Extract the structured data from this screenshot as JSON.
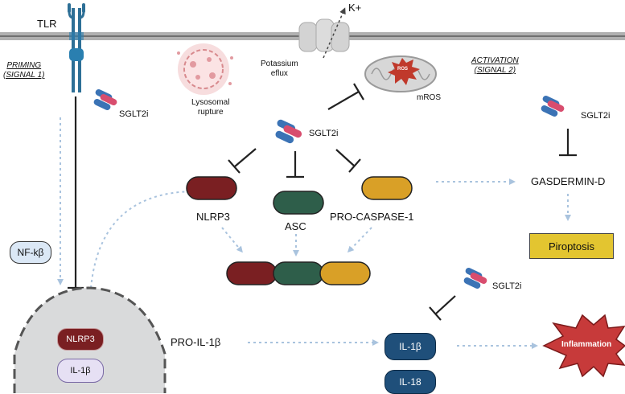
{
  "labels": {
    "tlr": "TLR",
    "priming": "PRIMING\n(SIGNAL 1)",
    "activation": "ACTIVATION\n(SIGNAL 2)",
    "k_plus": "K+",
    "potassium_efflux": "Potassium\neflux",
    "lysosomal_rupture": "Lysosomal\nrupture",
    "mros": "mROS",
    "ros": "ROS",
    "sglt2i": "SGLT2i",
    "nlrp3": "NLRP3",
    "asc": "ASC",
    "pro_caspase_1": "PRO-CASPASE-1",
    "gasdermin_d": "GASDERMIN-D",
    "pyroptosis": "Piroptosis",
    "nf_kb": "NF-kβ",
    "nucleus_nlrp3": "NLRP3",
    "nucleus_il1b": "IL-1β",
    "pro_il1b": "PRO-IL-1β",
    "il1b": "IL-1β",
    "il18": "IL-18",
    "inflammation": "Inflammation"
  },
  "colors": {
    "nlrp3": "#7a1f22",
    "asc": "#2e5e4a",
    "caspase": "#d9a027",
    "pyroptosis": "#e3c530",
    "cytokine": "#1f4f7a",
    "inflammation": "#c73a3a",
    "nfkb": "#dbe8f6",
    "membrane": "#9a9a9a",
    "dashed_arrow": "#a9c3de",
    "nucleus": "#d9dadb"
  }
}
